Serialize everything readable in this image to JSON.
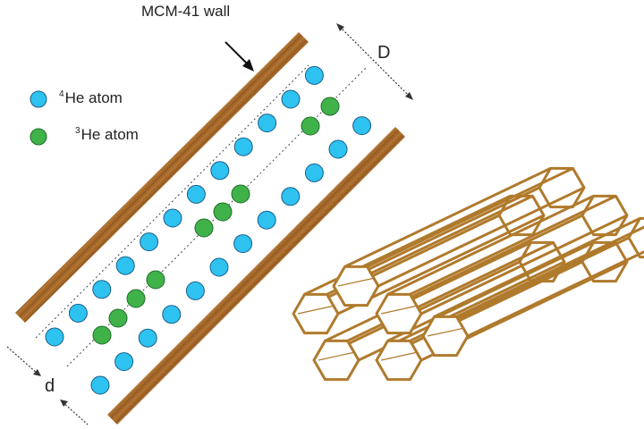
{
  "labels": {
    "wall": "MCM-41 wall",
    "big_d": "D",
    "small_d": "d",
    "he4_mass": "4",
    "he4_text": "He atom",
    "he3_mass": "3",
    "he3_text": "He atom"
  },
  "colors": {
    "he4": "#2ec2f0",
    "he3": "#3fb24a",
    "atom_stroke": "#1b5f8a",
    "wall": "#a5692a",
    "hex_stroke": "#b07a2c"
  }
}
